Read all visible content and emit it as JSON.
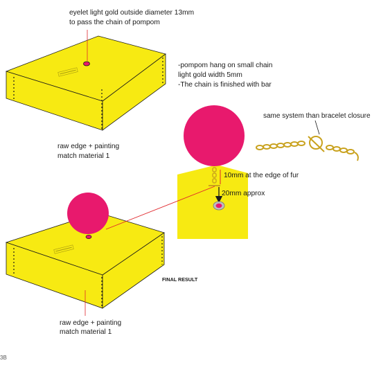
{
  "annotations": {
    "eyelet": {
      "line1": "eyelet light gold outside diameter 13mm",
      "line2": "to pass the chain of pompom"
    },
    "chain_notes": {
      "line1": "-pompom hang on small chain",
      "line2": "light gold width 5mm",
      "line3": "-The chain is finished with bar"
    },
    "raw_edge_top": {
      "line1": "raw edge + painting",
      "line2": "match material 1"
    },
    "bracelet": "same system than bracelet closure",
    "edge_fur": "10mm at the edge of fur",
    "approx": "20mm approx",
    "final_result": "FINAL RESULT",
    "raw_edge_bottom": {
      "line1": "raw edge + painting",
      "line2": "match material 1"
    },
    "corner_label": "3B"
  },
  "colors": {
    "yellow": "#f7ea12",
    "pink": "#e8196d",
    "gold": "#c9a21e",
    "red": "#e0262b",
    "line": "#1a1a1a"
  },
  "icons": {
    "box": "yellow-box-drawing",
    "pompom": "pink-pompom",
    "chain": "gold-toggle-chain",
    "eyelet": "eyelet-ring",
    "arrow": "down-arrow"
  }
}
